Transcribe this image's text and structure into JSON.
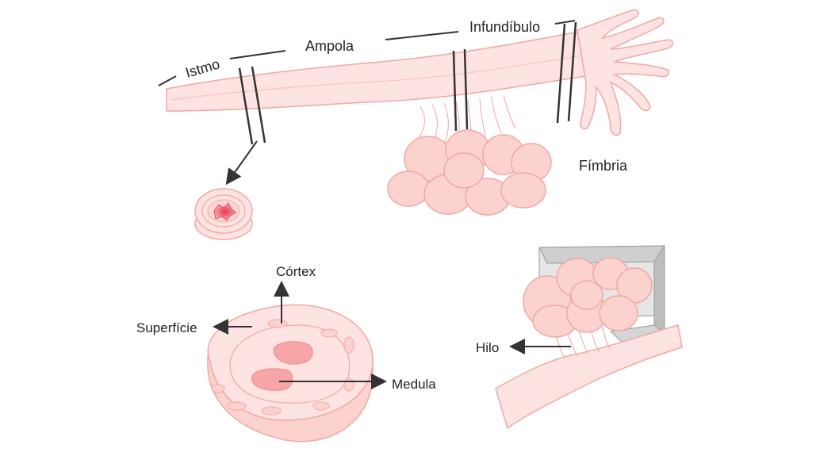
{
  "colors": {
    "tissue_fill": "#fde3e1",
    "tissue_stroke": "#f0a8a3",
    "tissue_dark": "#f6c2bf",
    "nucleus": "#e84a5f",
    "ovary_fill": "#fcd2cf",
    "shading": "#bdbdbd",
    "text": "#222222",
    "line": "#333333"
  },
  "top_diagram": {
    "labels": {
      "istmo": "Istmo",
      "ampola": "Ampola",
      "infundibulo": "Infundíbulo",
      "fimbria": "Fímbria"
    }
  },
  "bottom_left": {
    "labels": {
      "cortex": "Córtex",
      "superficie": "Superfície",
      "medula": "Medula"
    }
  },
  "bottom_right": {
    "labels": {
      "hilo": "Hilo"
    }
  },
  "icons": [
    "arrow-icon",
    "cross-section-icon"
  ]
}
